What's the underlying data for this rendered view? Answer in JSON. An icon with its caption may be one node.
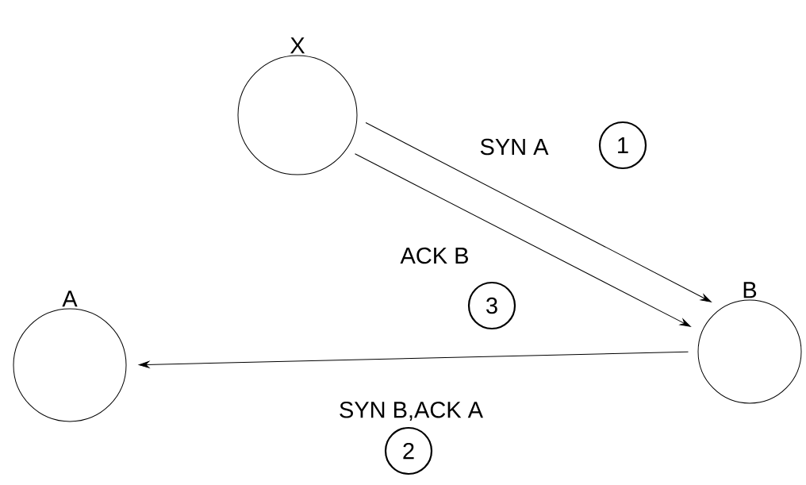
{
  "diagram": {
    "nodes": [
      {
        "text": [
          "X"
        ]
      },
      {
        "text": [
          "1"
        ]
      },
      {
        "text": [
          "B"
        ]
      },
      {
        "text": [
          "A"
        ]
      },
      {
        "text": [
          "3"
        ]
      },
      {
        "text": [
          "2"
        ]
      }
    ],
    "edges": [
      {
        "from": 0,
        "to": 2,
        "arrow": "to",
        "label": "SYN A"
      },
      {
        "from": 0,
        "to": 2,
        "arrow": "to",
        "label": "ACK B"
      },
      {
        "from": 2,
        "to": 3,
        "arrow": "to",
        "label": "SYN B,ACK A"
      }
    ]
  }
}
